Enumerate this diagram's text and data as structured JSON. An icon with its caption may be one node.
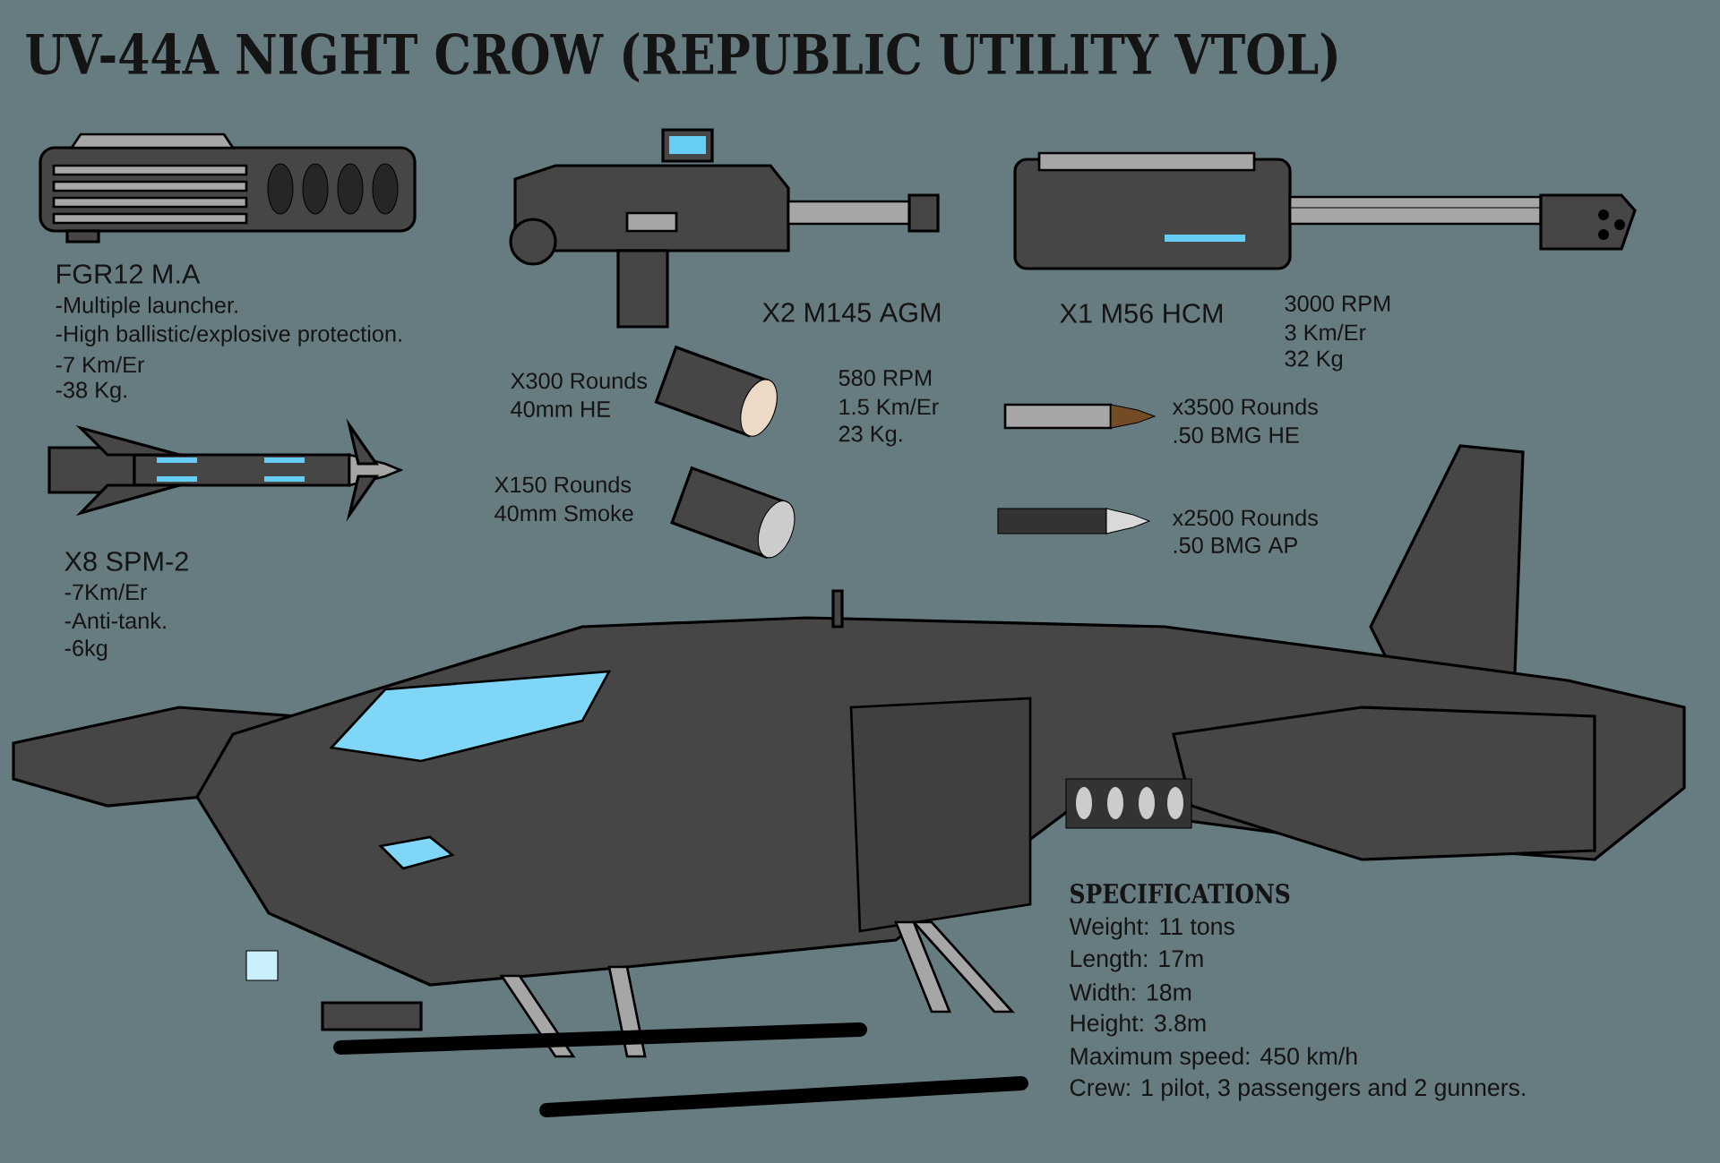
{
  "diagram": {
    "title": "UV-44A NIGHT CROW (REPUBLIC UTILITY VTOL)",
    "labels": [
      "FGR12 M.A",
      "-Multiple launcher.",
      "-High ballistic/explosive protection.",
      "-7 Km/Er",
      "-38 Kg.",
      "X2 M145 AGM",
      "X1 M56 HCM",
      "3000 RPM",
      "3 Km/Er",
      "32 Kg",
      "X300 Rounds",
      "40mm HE",
      "580 RPM",
      "1.5 Km/Er",
      "23 Kg.",
      "x3500 Rounds",
      ".50 BMG HE",
      "X150 Rounds",
      "40mm Smoke",
      "x2500 Rounds",
      ".50 BMG AP",
      "X8 SPM-2",
      "-7Km/Er",
      "-Anti-tank.",
      "-6kg",
      "SPECIFICATIONS",
      "Weight: 11 tons",
      "Length: 17m",
      "Width: 18m",
      "Height: 3.8m",
      "Maximum speed: 450 km/h",
      "Crew: 1 pilot, 3 passengers and 2 gunners."
    ]
  }
}
